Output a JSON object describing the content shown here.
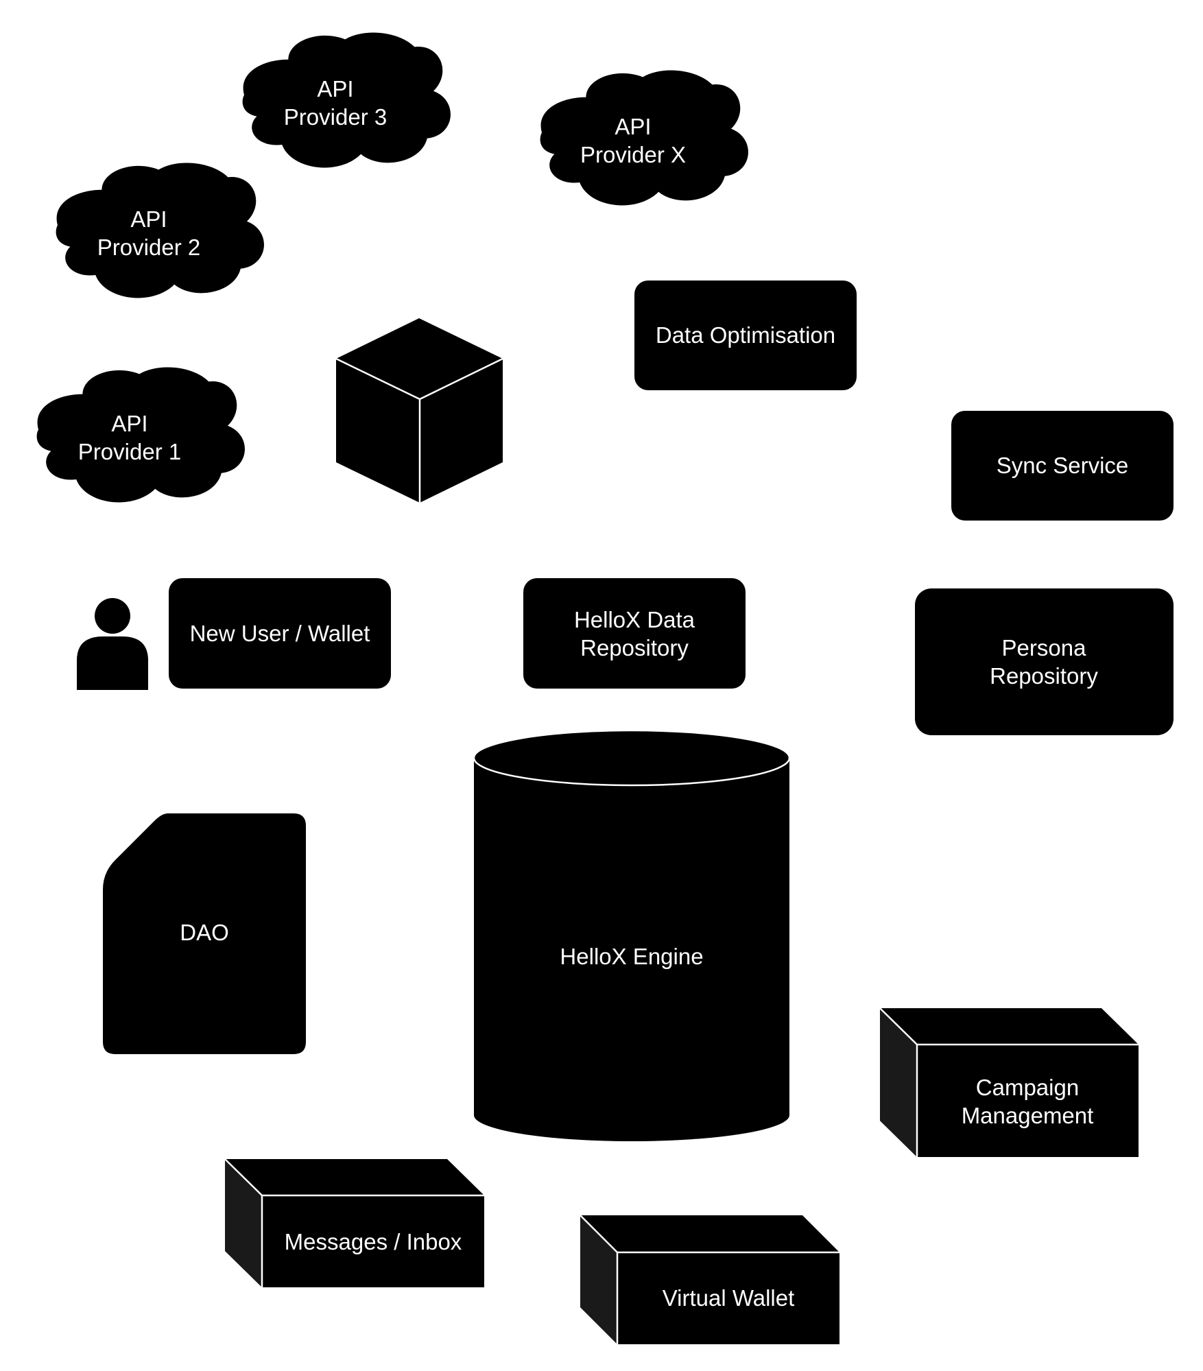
{
  "diagram": {
    "clouds": [
      {
        "line1": "API",
        "line2": "Provider 3"
      },
      {
        "line1": "API",
        "line2": "Provider X"
      },
      {
        "line1": "API",
        "line2": "Provider 2"
      },
      {
        "line1": "API",
        "line2": "Provider 1"
      }
    ],
    "boxes": {
      "data_optimisation": "Data Optimisation",
      "sync_service": "Sync Service",
      "new_user_wallet": "New User / Wallet",
      "hellox_data_repository": {
        "line1": "HelloX Data",
        "line2": "Repository"
      },
      "persona_repository": {
        "line1": "Persona",
        "line2": "Repository"
      }
    },
    "dao": "DAO",
    "engine": "HelloX Engine",
    "nodes": {
      "campaign_management": {
        "line1": "Campaign",
        "line2": "Management"
      },
      "messages_inbox": "Messages / Inbox",
      "virtual_wallet": "Virtual Wallet"
    }
  }
}
